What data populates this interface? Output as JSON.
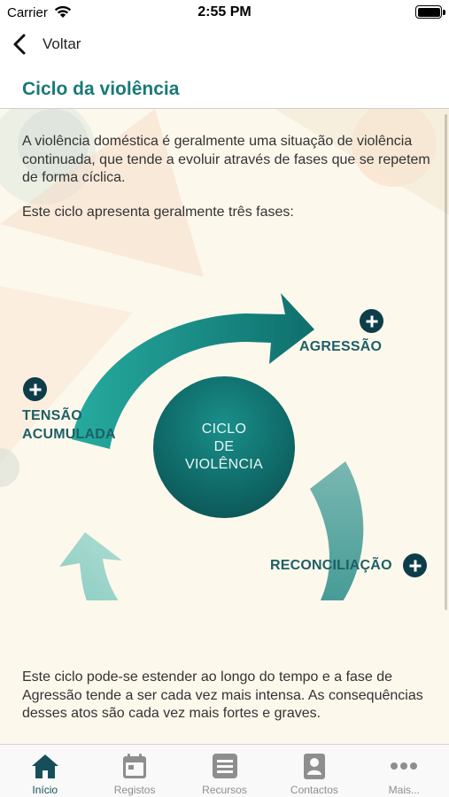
{
  "status_bar": {
    "carrier": "Carrier",
    "time": "2:55 PM"
  },
  "nav": {
    "back_label": "Voltar"
  },
  "page": {
    "title": "Ciclo da violência"
  },
  "content": {
    "intro": "A violência doméstica é geralmente uma situação de violência continuada, que tende a evoluir através de fases que se repetem de forma cíclica.",
    "lead": "Este ciclo apresenta geralmente três fases:",
    "outro": "Este ciclo pode-se estender ao longo do tempo e a fase de Agressão tende a ser cada vez mais intensa. As consequências desses atos são cada vez mais fortes e graves."
  },
  "cycle": {
    "center_lines": [
      "CICLO",
      "DE",
      "VIOLÊNCIA"
    ],
    "phases": {
      "agressao": "AGRESSÃO",
      "tensao_line1": "TENSÃO",
      "tensao_line2": "ACUMULADA",
      "reconciliacao": "RECONCILIAÇÃO"
    }
  },
  "tabs": [
    {
      "label": "Início",
      "icon": "home-icon",
      "active": true
    },
    {
      "label": "Registos",
      "icon": "calendar-icon",
      "active": false
    },
    {
      "label": "Recursos",
      "icon": "document-icon",
      "active": false
    },
    {
      "label": "Contactos",
      "icon": "contact-card-icon",
      "active": false
    },
    {
      "label": "Mais...",
      "icon": "more-icon",
      "active": false
    }
  ],
  "colors": {
    "accent": "#197a78",
    "phase_text": "#1e5f66",
    "plus_button": "#0e3d4a",
    "tab_active": "#15505a",
    "tab_inactive": "#8e8e8e"
  }
}
